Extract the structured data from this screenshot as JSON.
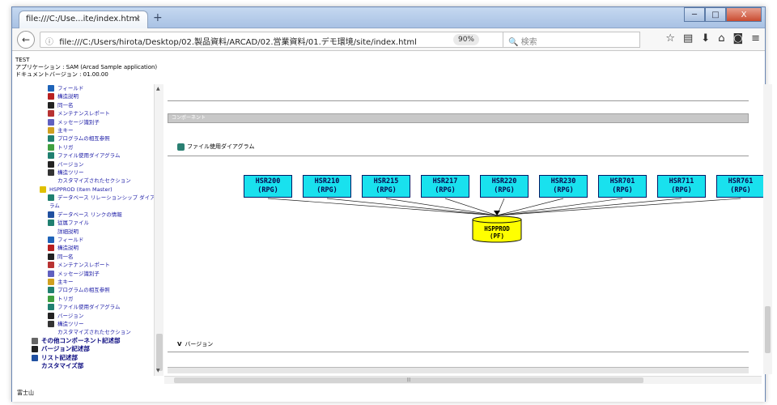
{
  "browser": {
    "tab_title": "file:///C:/Use...ite/index.html",
    "tab_close": "×",
    "new_tab": "+",
    "url": "file:///C:/Users/hirota/Desktop/02.製品資料/ARCAD/02.営業資料/01.デモ環境/site/index.html",
    "zoom": "90%",
    "search_placeholder": "🔍 検索",
    "win_min": "─",
    "win_max": "□",
    "win_close": "X"
  },
  "header": {
    "line1": "TEST",
    "line2": "アプリケーション : SAM (Arcad Sample application)",
    "line3": "ドキュメントバージョン : 01.00.00"
  },
  "sidebar": {
    "items": [
      {
        "label": "フィールド",
        "indent": 1,
        "color": "#1e63b8"
      },
      {
        "label": "構造説明",
        "indent": 1,
        "color": "#b82020"
      },
      {
        "label": "同一名",
        "indent": 1,
        "color": "#222222"
      },
      {
        "label": "メンテナンスレポート",
        "indent": 1,
        "color": "#b83232"
      },
      {
        "label": "メッセージ識別子",
        "indent": 1,
        "color": "#6060c0"
      },
      {
        "label": "主キー",
        "indent": 1,
        "color": "#d0a020"
      },
      {
        "label": "プログラムの相互参照",
        "indent": 1,
        "color": "#208070"
      },
      {
        "label": "トリガ",
        "indent": 1,
        "color": "#40a040"
      },
      {
        "label": "ファイル使用ダイアグラム",
        "indent": 1,
        "color": "#208070"
      },
      {
        "label": "バージョン",
        "indent": 1,
        "color": "#222222"
      },
      {
        "label": "構造ツリー",
        "indent": 1,
        "color": "#333333"
      },
      {
        "label": "カスタマイズされたセクション",
        "indent": 1,
        "color": "#ffffff"
      },
      {
        "label": "HSPPROD (Item Master)",
        "indent": 0,
        "color": "#e0c000"
      },
      {
        "label": "データベース リレーションシップ ダイアグ",
        "indent": 1,
        "color": "#208070"
      },
      {
        "label": "ラム",
        "indent": 0,
        "color": "#ffffff"
      },
      {
        "label": "データベース リンクの情報",
        "indent": 1,
        "color": "#2050a0"
      },
      {
        "label": "従属ファイル",
        "indent": 1,
        "color": "#208070"
      },
      {
        "label": "詳細説明",
        "indent": 1,
        "color": "#ffffff"
      },
      {
        "label": "フィールド",
        "indent": 1,
        "color": "#1e63b8"
      },
      {
        "label": "構造説明",
        "indent": 1,
        "color": "#b82020"
      },
      {
        "label": "同一名",
        "indent": 1,
        "color": "#222222"
      },
      {
        "label": "メンテナンスレポート",
        "indent": 1,
        "color": "#b83232"
      },
      {
        "label": "メッセージ識別子",
        "indent": 1,
        "color": "#6060c0"
      },
      {
        "label": "主キー",
        "indent": 1,
        "color": "#d0a020"
      },
      {
        "label": "プログラムの相互参照",
        "indent": 1,
        "color": "#208070"
      },
      {
        "label": "トリガ",
        "indent": 1,
        "color": "#40a040"
      },
      {
        "label": "ファイル使用ダイアグラム",
        "indent": 1,
        "color": "#208070"
      },
      {
        "label": "バージョン",
        "indent": 1,
        "color": "#222222"
      },
      {
        "label": "構造ツリー",
        "indent": 1,
        "color": "#333333"
      },
      {
        "label": "カスタマイズされたセクション",
        "indent": 1,
        "color": "#ffffff"
      }
    ],
    "bottom_items": [
      {
        "label": "その他コンポーネント記述部",
        "color": "#666666"
      },
      {
        "label": "バージョン記述部",
        "color": "#222222"
      },
      {
        "label": "リスト記述部",
        "color": "#2050a0"
      },
      {
        "label": "カスタマイズ部",
        "color": "#ffffff"
      }
    ],
    "footer": "富士山"
  },
  "main": {
    "component_bar": "コンポーネント",
    "diagram_title": "ファイル使用ダイアグラム",
    "programs": [
      {
        "name": "HSR200",
        "type": "(RPG)"
      },
      {
        "name": "HSR210",
        "type": "(RPG)"
      },
      {
        "name": "HSR215",
        "type": "(RPG)"
      },
      {
        "name": "HSR217",
        "type": "(RPG)"
      },
      {
        "name": "HSR220",
        "type": "(RPG)"
      },
      {
        "name": "HSR230",
        "type": "(RPG)"
      },
      {
        "name": "HSR701",
        "type": "(RPG)"
      },
      {
        "name": "HSR711",
        "type": "(RPG)"
      },
      {
        "name": "HSR761",
        "type": "(RPG)"
      }
    ],
    "file": {
      "name": "HSPPROD",
      "type": "(PF)"
    },
    "version_heading": "バージョン",
    "version_marker": "V"
  },
  "colors": {
    "program_fill": "#19e1ee",
    "file_fill": "#ffff00",
    "link": "#1a1aa6"
  }
}
